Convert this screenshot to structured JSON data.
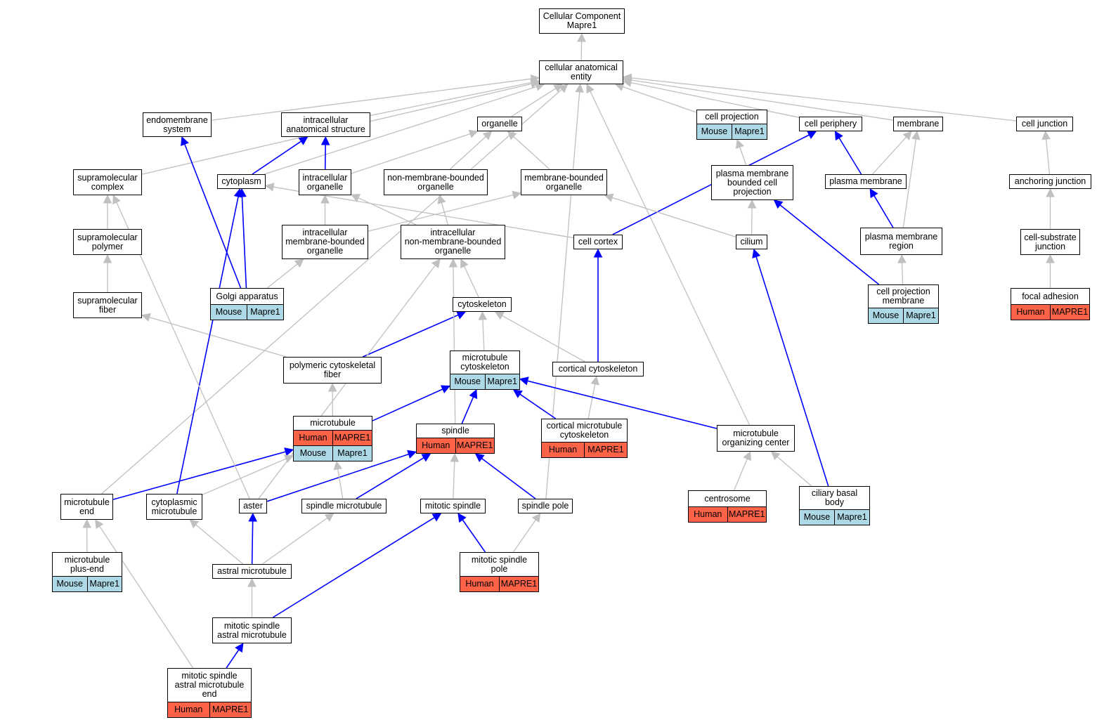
{
  "colors": {
    "is_a_edge": "#c0c0c0",
    "part_of_edge": "#0000ff",
    "mouse_annotation": "#add8e6",
    "human_annotation": "#ff6347"
  },
  "nodes": {
    "root": {
      "label": "Cellular Component\nMapre1"
    },
    "cae": {
      "label": "cellular anatomical\nentity"
    },
    "endomembrane": {
      "label": "endomembrane\nsystem"
    },
    "ias": {
      "label": "intracellular\nanatomical structure"
    },
    "organelle": {
      "label": "organelle"
    },
    "cellproj": {
      "label": "cell projection",
      "annotation": {
        "species": "Mouse",
        "gene": "Mapre1"
      }
    },
    "periphery": {
      "label": "cell periphery"
    },
    "membrane": {
      "label": "membrane"
    },
    "junction": {
      "label": "cell junction"
    },
    "smcomplex": {
      "label": "supramolecular\ncomplex"
    },
    "cytoplasm": {
      "label": "cytoplasm"
    },
    "intorg": {
      "label": "intracellular\norganelle"
    },
    "nmbo": {
      "label": "non-membrane-bounded\norganelle"
    },
    "mbo": {
      "label": "membrane-bounded\norganelle"
    },
    "pmbcp": {
      "label": "plasma membrane\nbounded cell\nprojection"
    },
    "pm": {
      "label": "plasma membrane"
    },
    "anchoring": {
      "label": "anchoring junction"
    },
    "smpolymer": {
      "label": "supramolecular\npolymer"
    },
    "imbo": {
      "label": "intracellular\nmembrane-bounded\norganelle"
    },
    "inmbo": {
      "label": "intracellular\nnon-membrane-bounded\norganelle"
    },
    "cortex": {
      "label": "cell cortex"
    },
    "cilium": {
      "label": "cilium"
    },
    "pmregion": {
      "label": "plasma membrane\nregion"
    },
    "csjunction": {
      "label": "cell-substrate\njunction"
    },
    "smfiber": {
      "label": "supramolecular\nfiber"
    },
    "golgi": {
      "label": "Golgi apparatus",
      "annotation": {
        "species": "Mouse",
        "gene": "Mapre1"
      }
    },
    "cytoskeleton": {
      "label": "cytoskeleton"
    },
    "cpm": {
      "label": "cell projection\nmembrane",
      "annotation": {
        "species": "Mouse",
        "gene": "Mapre1"
      }
    },
    "focal": {
      "label": "focal adhesion",
      "annotation": {
        "species": "Human",
        "gene": "MAPRE1"
      }
    },
    "pcf": {
      "label": "polymeric cytoskeletal\nfiber"
    },
    "mtcyto": {
      "label": "microtubule\ncytoskeleton",
      "annotation": {
        "species": "Mouse",
        "gene": "Mapre1"
      }
    },
    "cortcyto": {
      "label": "cortical cytoskeleton"
    },
    "microtubule": {
      "label": "microtubule",
      "annotations": [
        {
          "species": "Human",
          "gene": "MAPRE1"
        },
        {
          "species": "Mouse",
          "gene": "Mapre1"
        }
      ]
    },
    "spindle": {
      "label": "spindle",
      "annotation": {
        "species": "Human",
        "gene": "MAPRE1"
      }
    },
    "cmc": {
      "label": "cortical microtubule\ncytoskeleton",
      "annotation": {
        "species": "Human",
        "gene": "MAPRE1"
      }
    },
    "mtoc": {
      "label": "microtubule\norganizing center"
    },
    "mtend": {
      "label": "microtubule\nend"
    },
    "cytomt": {
      "label": "cytoplasmic\nmicrotubule"
    },
    "aster": {
      "label": "aster"
    },
    "spindlemt": {
      "label": "spindle microtubule"
    },
    "mitspindle": {
      "label": "mitotic spindle"
    },
    "spindlepole": {
      "label": "spindle pole"
    },
    "centrosome": {
      "label": "centrosome",
      "annotation": {
        "species": "Human",
        "gene": "MAPRE1"
      }
    },
    "cbb": {
      "label": "ciliary basal\nbody",
      "annotation": {
        "species": "Mouse",
        "gene": "Mapre1"
      }
    },
    "mtplus": {
      "label": "microtubule\nplus-end",
      "annotation": {
        "species": "Mouse",
        "gene": "Mapre1"
      }
    },
    "astralmt": {
      "label": "astral microtubule"
    },
    "msp": {
      "label": "mitotic spindle\npole",
      "annotation": {
        "species": "Human",
        "gene": "MAPRE1"
      }
    },
    "msamt": {
      "label": "mitotic spindle\nastral microtubule"
    },
    "msamte": {
      "label": "mitotic spindle\nastral microtubule\nend",
      "annotation": {
        "species": "Human",
        "gene": "MAPRE1"
      }
    }
  },
  "edges": [
    {
      "from": "cae",
      "to": "root",
      "type": "is_a"
    },
    {
      "from": "endomembrane",
      "to": "cae",
      "type": "is_a"
    },
    {
      "from": "ias",
      "to": "cae",
      "type": "is_a"
    },
    {
      "from": "organelle",
      "to": "cae",
      "type": "is_a"
    },
    {
      "from": "cellproj",
      "to": "cae",
      "type": "is_a"
    },
    {
      "from": "periphery",
      "to": "cae",
      "type": "is_a"
    },
    {
      "from": "membrane",
      "to": "cae",
      "type": "is_a"
    },
    {
      "from": "junction",
      "to": "cae",
      "type": "is_a"
    },
    {
      "from": "smcomplex",
      "to": "cae",
      "type": "is_a"
    },
    {
      "from": "cytoplasm",
      "to": "cae",
      "type": "is_a"
    },
    {
      "from": "mtend",
      "to": "cae",
      "type": "is_a"
    },
    {
      "from": "spindlepole",
      "to": "cae",
      "type": "is_a"
    },
    {
      "from": "mtoc",
      "to": "cae",
      "type": "is_a"
    },
    {
      "from": "cytoplasm",
      "to": "ias",
      "type": "part_of"
    },
    {
      "from": "intorg",
      "to": "ias",
      "type": "part_of"
    },
    {
      "from": "intorg",
      "to": "organelle",
      "type": "is_a"
    },
    {
      "from": "nmbo",
      "to": "organelle",
      "type": "is_a"
    },
    {
      "from": "mbo",
      "to": "organelle",
      "type": "is_a"
    },
    {
      "from": "pmbcp",
      "to": "cellproj",
      "type": "is_a"
    },
    {
      "from": "pm",
      "to": "periphery",
      "type": "part_of"
    },
    {
      "from": "pm",
      "to": "membrane",
      "type": "is_a"
    },
    {
      "from": "anchoring",
      "to": "junction",
      "type": "is_a"
    },
    {
      "from": "smpolymer",
      "to": "smcomplex",
      "type": "is_a"
    },
    {
      "from": "imbo",
      "to": "intorg",
      "type": "is_a"
    },
    {
      "from": "imbo",
      "to": "mbo",
      "type": "is_a"
    },
    {
      "from": "inmbo",
      "to": "intorg",
      "type": "is_a"
    },
    {
      "from": "inmbo",
      "to": "nmbo",
      "type": "is_a"
    },
    {
      "from": "cortex",
      "to": "cytoplasm",
      "type": "is_a"
    },
    {
      "from": "cortex",
      "to": "periphery",
      "type": "part_of"
    },
    {
      "from": "cilium",
      "to": "pmbcp",
      "type": "is_a"
    },
    {
      "from": "cilium",
      "to": "mbo",
      "type": "is_a"
    },
    {
      "from": "pmregion",
      "to": "pm",
      "type": "part_of"
    },
    {
      "from": "pmregion",
      "to": "membrane",
      "type": "is_a"
    },
    {
      "from": "csjunction",
      "to": "anchoring",
      "type": "is_a"
    },
    {
      "from": "smfiber",
      "to": "smpolymer",
      "type": "is_a"
    },
    {
      "from": "golgi",
      "to": "imbo",
      "type": "is_a"
    },
    {
      "from": "golgi",
      "to": "endomembrane",
      "type": "part_of"
    },
    {
      "from": "golgi",
      "to": "cytoplasm",
      "type": "part_of"
    },
    {
      "from": "cytoskeleton",
      "to": "inmbo",
      "type": "is_a"
    },
    {
      "from": "cpm",
      "to": "pmregion",
      "type": "is_a"
    },
    {
      "from": "cpm",
      "to": "pmbcp",
      "type": "part_of"
    },
    {
      "from": "focal",
      "to": "csjunction",
      "type": "is_a"
    },
    {
      "from": "pcf",
      "to": "smfiber",
      "type": "is_a"
    },
    {
      "from": "pcf",
      "to": "cytoskeleton",
      "type": "part_of"
    },
    {
      "from": "mtcyto",
      "to": "cytoskeleton",
      "type": "is_a"
    },
    {
      "from": "cortcyto",
      "to": "cytoskeleton",
      "type": "is_a"
    },
    {
      "from": "cortcyto",
      "to": "cortex",
      "type": "part_of"
    },
    {
      "from": "microtubule",
      "to": "pcf",
      "type": "is_a"
    },
    {
      "from": "microtubule",
      "to": "mtcyto",
      "type": "part_of"
    },
    {
      "from": "spindle",
      "to": "mtcyto",
      "type": "part_of"
    },
    {
      "from": "spindle",
      "to": "inmbo",
      "type": "is_a"
    },
    {
      "from": "cmc",
      "to": "cortcyto",
      "type": "is_a"
    },
    {
      "from": "cmc",
      "to": "mtcyto",
      "type": "part_of"
    },
    {
      "from": "mtoc",
      "to": "mtcyto",
      "type": "part_of"
    },
    {
      "from": "mtend",
      "to": "microtubule",
      "type": "part_of"
    },
    {
      "from": "cytomt",
      "to": "microtubule",
      "type": "is_a"
    },
    {
      "from": "cytomt",
      "to": "cytoplasm",
      "type": "part_of"
    },
    {
      "from": "aster",
      "to": "spindle",
      "type": "part_of"
    },
    {
      "from": "aster",
      "to": "inmbo",
      "type": "is_a"
    },
    {
      "from": "aster",
      "to": "smcomplex",
      "type": "is_a"
    },
    {
      "from": "spindlemt",
      "to": "microtubule",
      "type": "is_a"
    },
    {
      "from": "spindlemt",
      "to": "spindle",
      "type": "part_of"
    },
    {
      "from": "mitspindle",
      "to": "spindle",
      "type": "is_a"
    },
    {
      "from": "spindlepole",
      "to": "spindle",
      "type": "part_of"
    },
    {
      "from": "centrosome",
      "to": "mtoc",
      "type": "is_a"
    },
    {
      "from": "cbb",
      "to": "mtoc",
      "type": "is_a"
    },
    {
      "from": "cbb",
      "to": "cilium",
      "type": "part_of"
    },
    {
      "from": "mtplus",
      "to": "mtend",
      "type": "is_a"
    },
    {
      "from": "astralmt",
      "to": "cytomt",
      "type": "is_a"
    },
    {
      "from": "astralmt",
      "to": "spindlemt",
      "type": "is_a"
    },
    {
      "from": "astralmt",
      "to": "aster",
      "type": "part_of"
    },
    {
      "from": "msp",
      "to": "spindlepole",
      "type": "is_a"
    },
    {
      "from": "msp",
      "to": "mitspindle",
      "type": "part_of"
    },
    {
      "from": "msamt",
      "to": "astralmt",
      "type": "is_a"
    },
    {
      "from": "msamt",
      "to": "mitspindle",
      "type": "part_of"
    },
    {
      "from": "msamte",
      "to": "msamt",
      "type": "part_of"
    },
    {
      "from": "msamte",
      "to": "mtend",
      "type": "is_a"
    }
  ]
}
